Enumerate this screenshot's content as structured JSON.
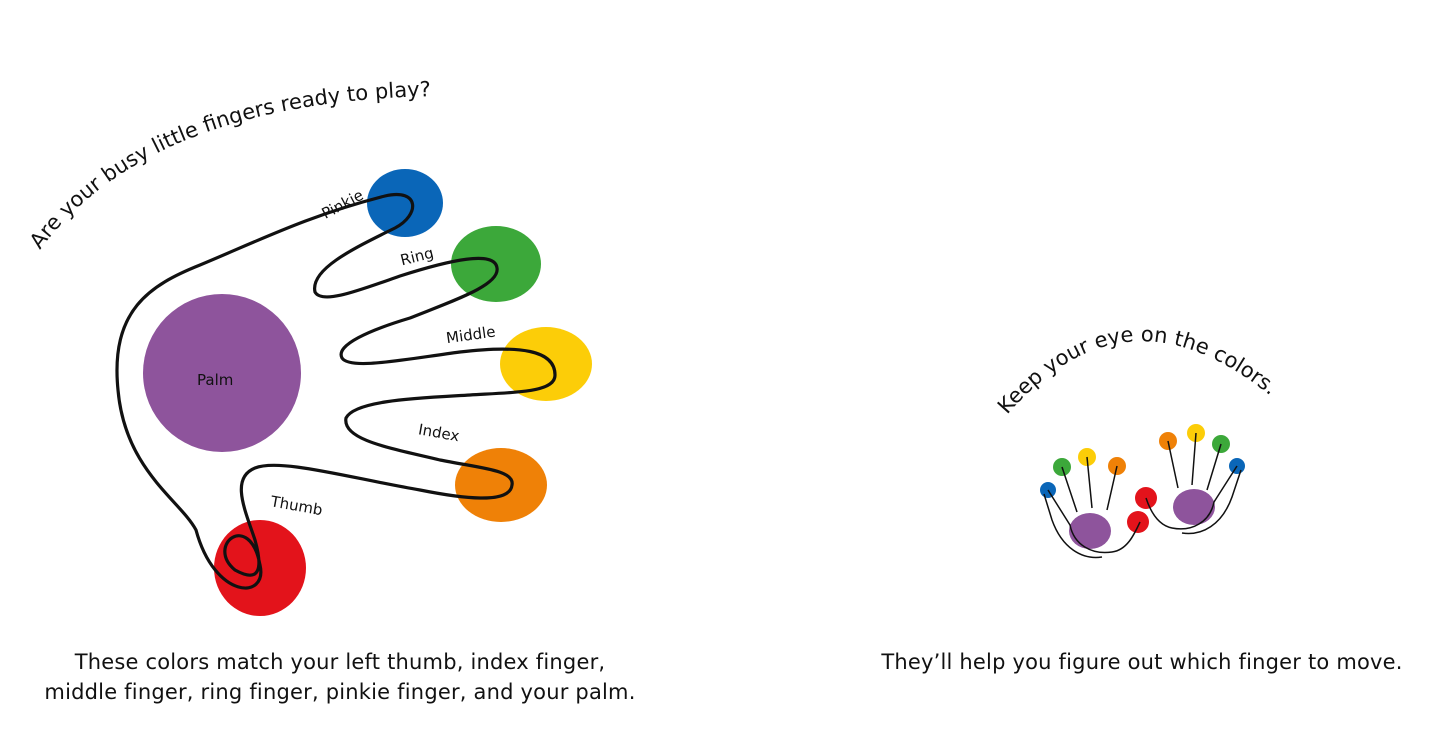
{
  "left_page": {
    "heading": "Are your busy little fingers ready to play?",
    "labels": {
      "pinkie": "Pinkie",
      "ring": "Ring",
      "middle": "Middle",
      "index": "Index",
      "thumb": "Thumb",
      "palm": "Palm"
    },
    "caption_line1": "These colors match your left thumb, index finger,",
    "caption_line2": "middle finger, ring finger, pinkie finger, and your palm."
  },
  "right_page": {
    "heading": "Keep your eye on the colors.",
    "caption": "They’ll help you figure out which finger to move."
  },
  "colors": {
    "pinkie": "#0a66b8",
    "ring": "#3ca83a",
    "middle": "#fccd08",
    "index": "#ef8107",
    "thumb": "#e3131b",
    "palm": "#8e549c"
  }
}
